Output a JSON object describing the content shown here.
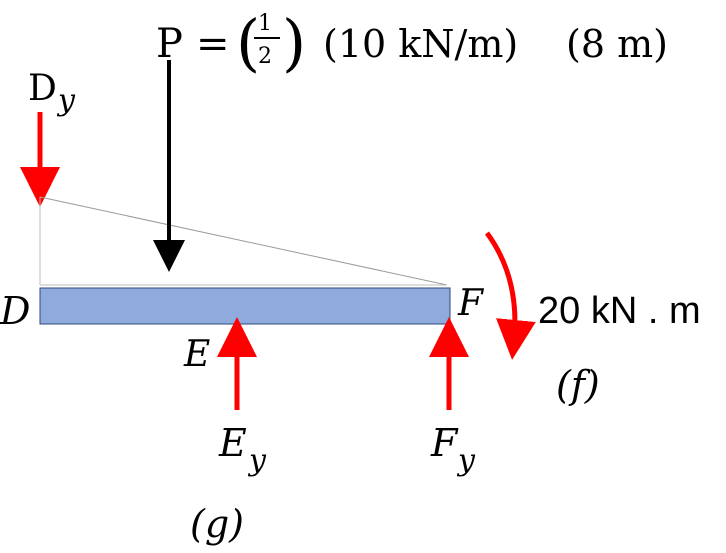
{
  "load_equation": {
    "lhs": "P",
    "equals": "=",
    "frac_num": "1",
    "frac_den": "2",
    "term1": "(10 kN/m)",
    "term2": "(8 m)"
  },
  "reaction_D": {
    "main": "D",
    "sub": "y"
  },
  "reaction_E": {
    "main": "E",
    "sub": "y"
  },
  "reaction_F": {
    "main": "F",
    "sub": "y"
  },
  "points": {
    "D": "D",
    "E": "E",
    "F": "F"
  },
  "moment": {
    "value": "20 kN . m"
  },
  "figure_labels": {
    "f": "(f)",
    "g": "(g)"
  },
  "colors": {
    "beam_fill": "#8faadc",
    "beam_stroke": "#2f4a7a",
    "reaction_arrow": "#ff0000",
    "load_arrow": "#000000",
    "load_outline": "#bdbdbd"
  }
}
